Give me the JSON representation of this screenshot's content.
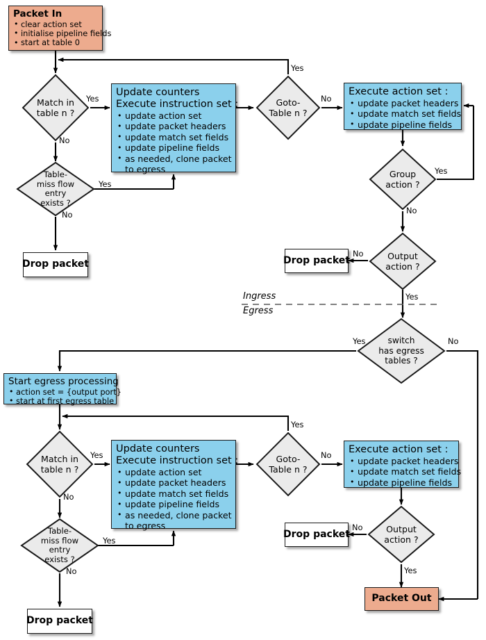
{
  "diagram": {
    "title": "OpenFlow packet processing pipeline flowchart",
    "colors": {
      "start_end_fill": "#edab8e",
      "process_fill": "#8bd0ec",
      "decision_fill": "#ebebeb",
      "terminal_fill": "#ffffff",
      "stroke": "#1a1a1a"
    }
  },
  "zones": {
    "ingress_label": "Ingress",
    "egress_label": "Egress"
  },
  "edge_labels": {
    "yes": "Yes",
    "no": "No"
  },
  "ingress": {
    "packet_in": {
      "title": "Packet In",
      "bullets": [
        "clear action set",
        "initialise pipeline fields",
        "start at table 0"
      ]
    },
    "match_table": {
      "lines": [
        "Match in",
        "table n ?"
      ],
      "yes": "Yes",
      "no": "No"
    },
    "update_counters": {
      "title_line1": "Update counters",
      "title_line2": "Execute instruction set :",
      "bullets": [
        "update action set",
        "update packet headers",
        "update match set fields",
        "update pipeline fields",
        "as needed, clone packet",
        "to egress"
      ]
    },
    "goto_table": {
      "lines": [
        "Goto-",
        "Table n ?"
      ],
      "yes": "Yes",
      "no": "No"
    },
    "execute_action_set": {
      "title": "Execute action set :",
      "bullets": [
        "update packet headers",
        "update match set fields",
        "update pipeline fields"
      ]
    },
    "group_action": {
      "lines": [
        "Group",
        "action ?"
      ],
      "yes": "Yes",
      "no": "No"
    },
    "output_action": {
      "lines": [
        "Output",
        "action ?"
      ],
      "yes": "Yes",
      "no": "No"
    },
    "table_miss": {
      "lines": [
        "Table-",
        "miss flow",
        "entry",
        "exists ?"
      ],
      "yes": "Yes",
      "no": "No"
    },
    "drop_packet_miss": {
      "title": "Drop packet"
    },
    "drop_packet_output": {
      "title": "Drop packet"
    }
  },
  "switch_has_egress": {
    "lines": [
      "switch",
      "has egress",
      "tables ?"
    ],
    "yes": "Yes",
    "no": "No"
  },
  "egress": {
    "start_egress": {
      "title": "Start egress processing",
      "bullets": [
        "action set = {output port}",
        "start at first egress table"
      ]
    },
    "match_table": {
      "lines": [
        "Match in",
        "table n ?"
      ],
      "yes": "Yes",
      "no": "No"
    },
    "update_counters": {
      "title_line1": "Update counters",
      "title_line2": "Execute instruction set :",
      "bullets": [
        "update action set",
        "update packet headers",
        "update match set fields",
        "update pipeline fields",
        "as needed, clone packet",
        "to egress"
      ]
    },
    "goto_table": {
      "lines": [
        "Goto-",
        "Table n ?"
      ],
      "yes": "Yes",
      "no": "No"
    },
    "execute_action_set": {
      "title": "Execute action set :",
      "bullets": [
        "update packet headers",
        "update match set fields",
        "update pipeline fields"
      ]
    },
    "output_action": {
      "lines": [
        "Output",
        "action ?"
      ],
      "yes": "Yes",
      "no": "No"
    },
    "table_miss": {
      "lines": [
        "Table-",
        "miss flow",
        "entry",
        "exists ?"
      ],
      "yes": "Yes",
      "no": "No"
    },
    "drop_packet_miss": {
      "title": "Drop packet"
    },
    "drop_packet_output": {
      "title": "Drop packet"
    },
    "packet_out": {
      "title": "Packet Out"
    }
  }
}
